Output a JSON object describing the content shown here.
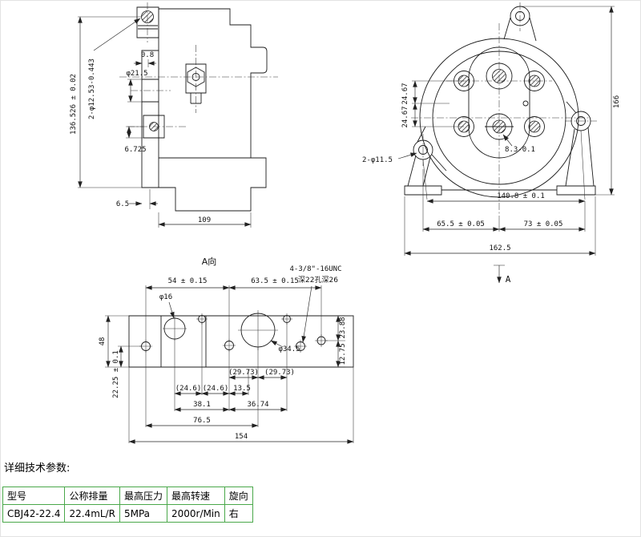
{
  "side": {
    "h136": "136.526 ± 0.02",
    "d1253": "2-φ12.53-0.443",
    "d08": "0.8",
    "d215": "φ21.5",
    "d6725": "6.725",
    "d65": "6.5",
    "d109": "109"
  },
  "front": {
    "s2467a": "24.67",
    "s2467b": "24.67",
    "h166": "166",
    "k83": "8.3-0.1",
    "e115": "2-φ11.5",
    "e1408": "140.8 ± 0.1",
    "w655": "65.5 ± 0.05",
    "w73": "73 ± 0.05",
    "w1625": "162.5",
    "viewA": "A"
  },
  "aview": {
    "title": "A向",
    "s54": "54 ± 0.15",
    "s635": "63.5 ± 0.15",
    "unc1": "4-3/8\"-16UNC",
    "unc2": "深22孔深26",
    "d16": "φ16",
    "h48": "48",
    "o2225": "22.25 ± 0.1",
    "d345": "φ34.5",
    "r2388": "23.88",
    "r1275": "12.75",
    "p2973a": "(29.73)",
    "p2973b": "(29.73)",
    "p246a": "(24.6)",
    "p246b": "(24.6)",
    "p135": "13.5",
    "p381": "38.1",
    "p3674": "36.74",
    "p765": "76.5",
    "w154": "154"
  },
  "heading": {
    "text": "详细技术参数:"
  },
  "table": {
    "headers": [
      "型号",
      "公称排量",
      "最高压力",
      "最高转速",
      "旋向"
    ],
    "row": [
      "CBJ42-22.4",
      "22.4mL/R",
      "5MPa",
      "2000r/Min",
      "右"
    ],
    "border_color": "#4aa84a"
  },
  "colors": {
    "line": "#1c1c1c",
    "background": "#ffffff"
  }
}
